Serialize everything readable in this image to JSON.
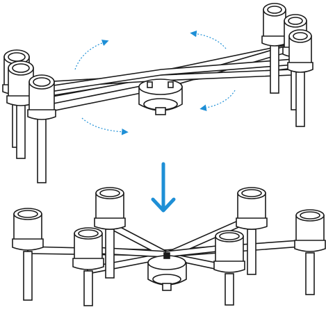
{
  "figure": {
    "corner_label": "",
    "colors": {
      "outline": "#1a1a1a",
      "fill": "#ffffff",
      "accent": "#1e8fd6",
      "shade": "#d9d9d9"
    },
    "top_view": {
      "state": "folded",
      "rotation_arrows": 4
    },
    "transition_arrow": {
      "direction": "down",
      "icon": "arrow-down-icon"
    },
    "bottom_view": {
      "state": "unfolded",
      "arm_count": 6,
      "motor_count": 6
    }
  }
}
